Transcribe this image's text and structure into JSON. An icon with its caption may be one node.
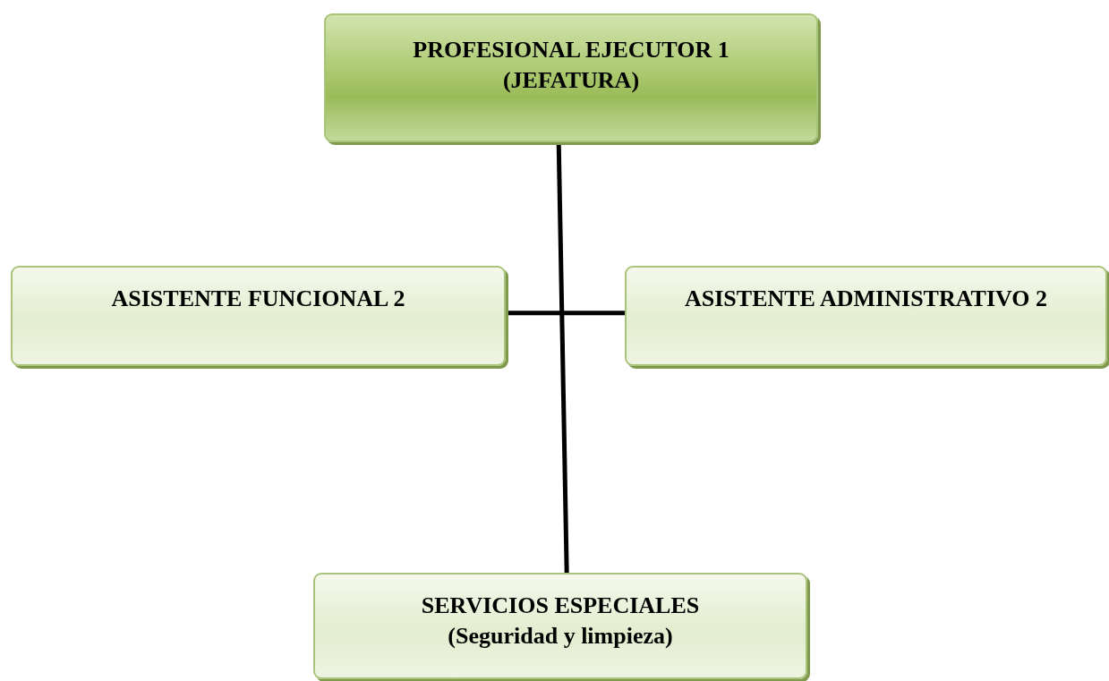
{
  "diagram": {
    "nodes": [
      {
        "text": [
          "PROFESIONAL EJECUTOR 1 (JEFATURA)"
        ]
      },
      {
        "text": [
          "ASISTENTE FUNCIONAL 2"
        ]
      },
      {
        "text": [
          "ASISTENTE ADMINISTRATIVO 2"
        ]
      },
      {
        "text": [
          "SERVICIOS ESPECIALES (Seguridad y limpieza)"
        ]
      }
    ],
    "edges": [
      {
        "from": 0,
        "to": 3,
        "arrow": "none"
      },
      {
        "from": 1,
        "to": 2,
        "arrow": "none"
      }
    ]
  }
}
